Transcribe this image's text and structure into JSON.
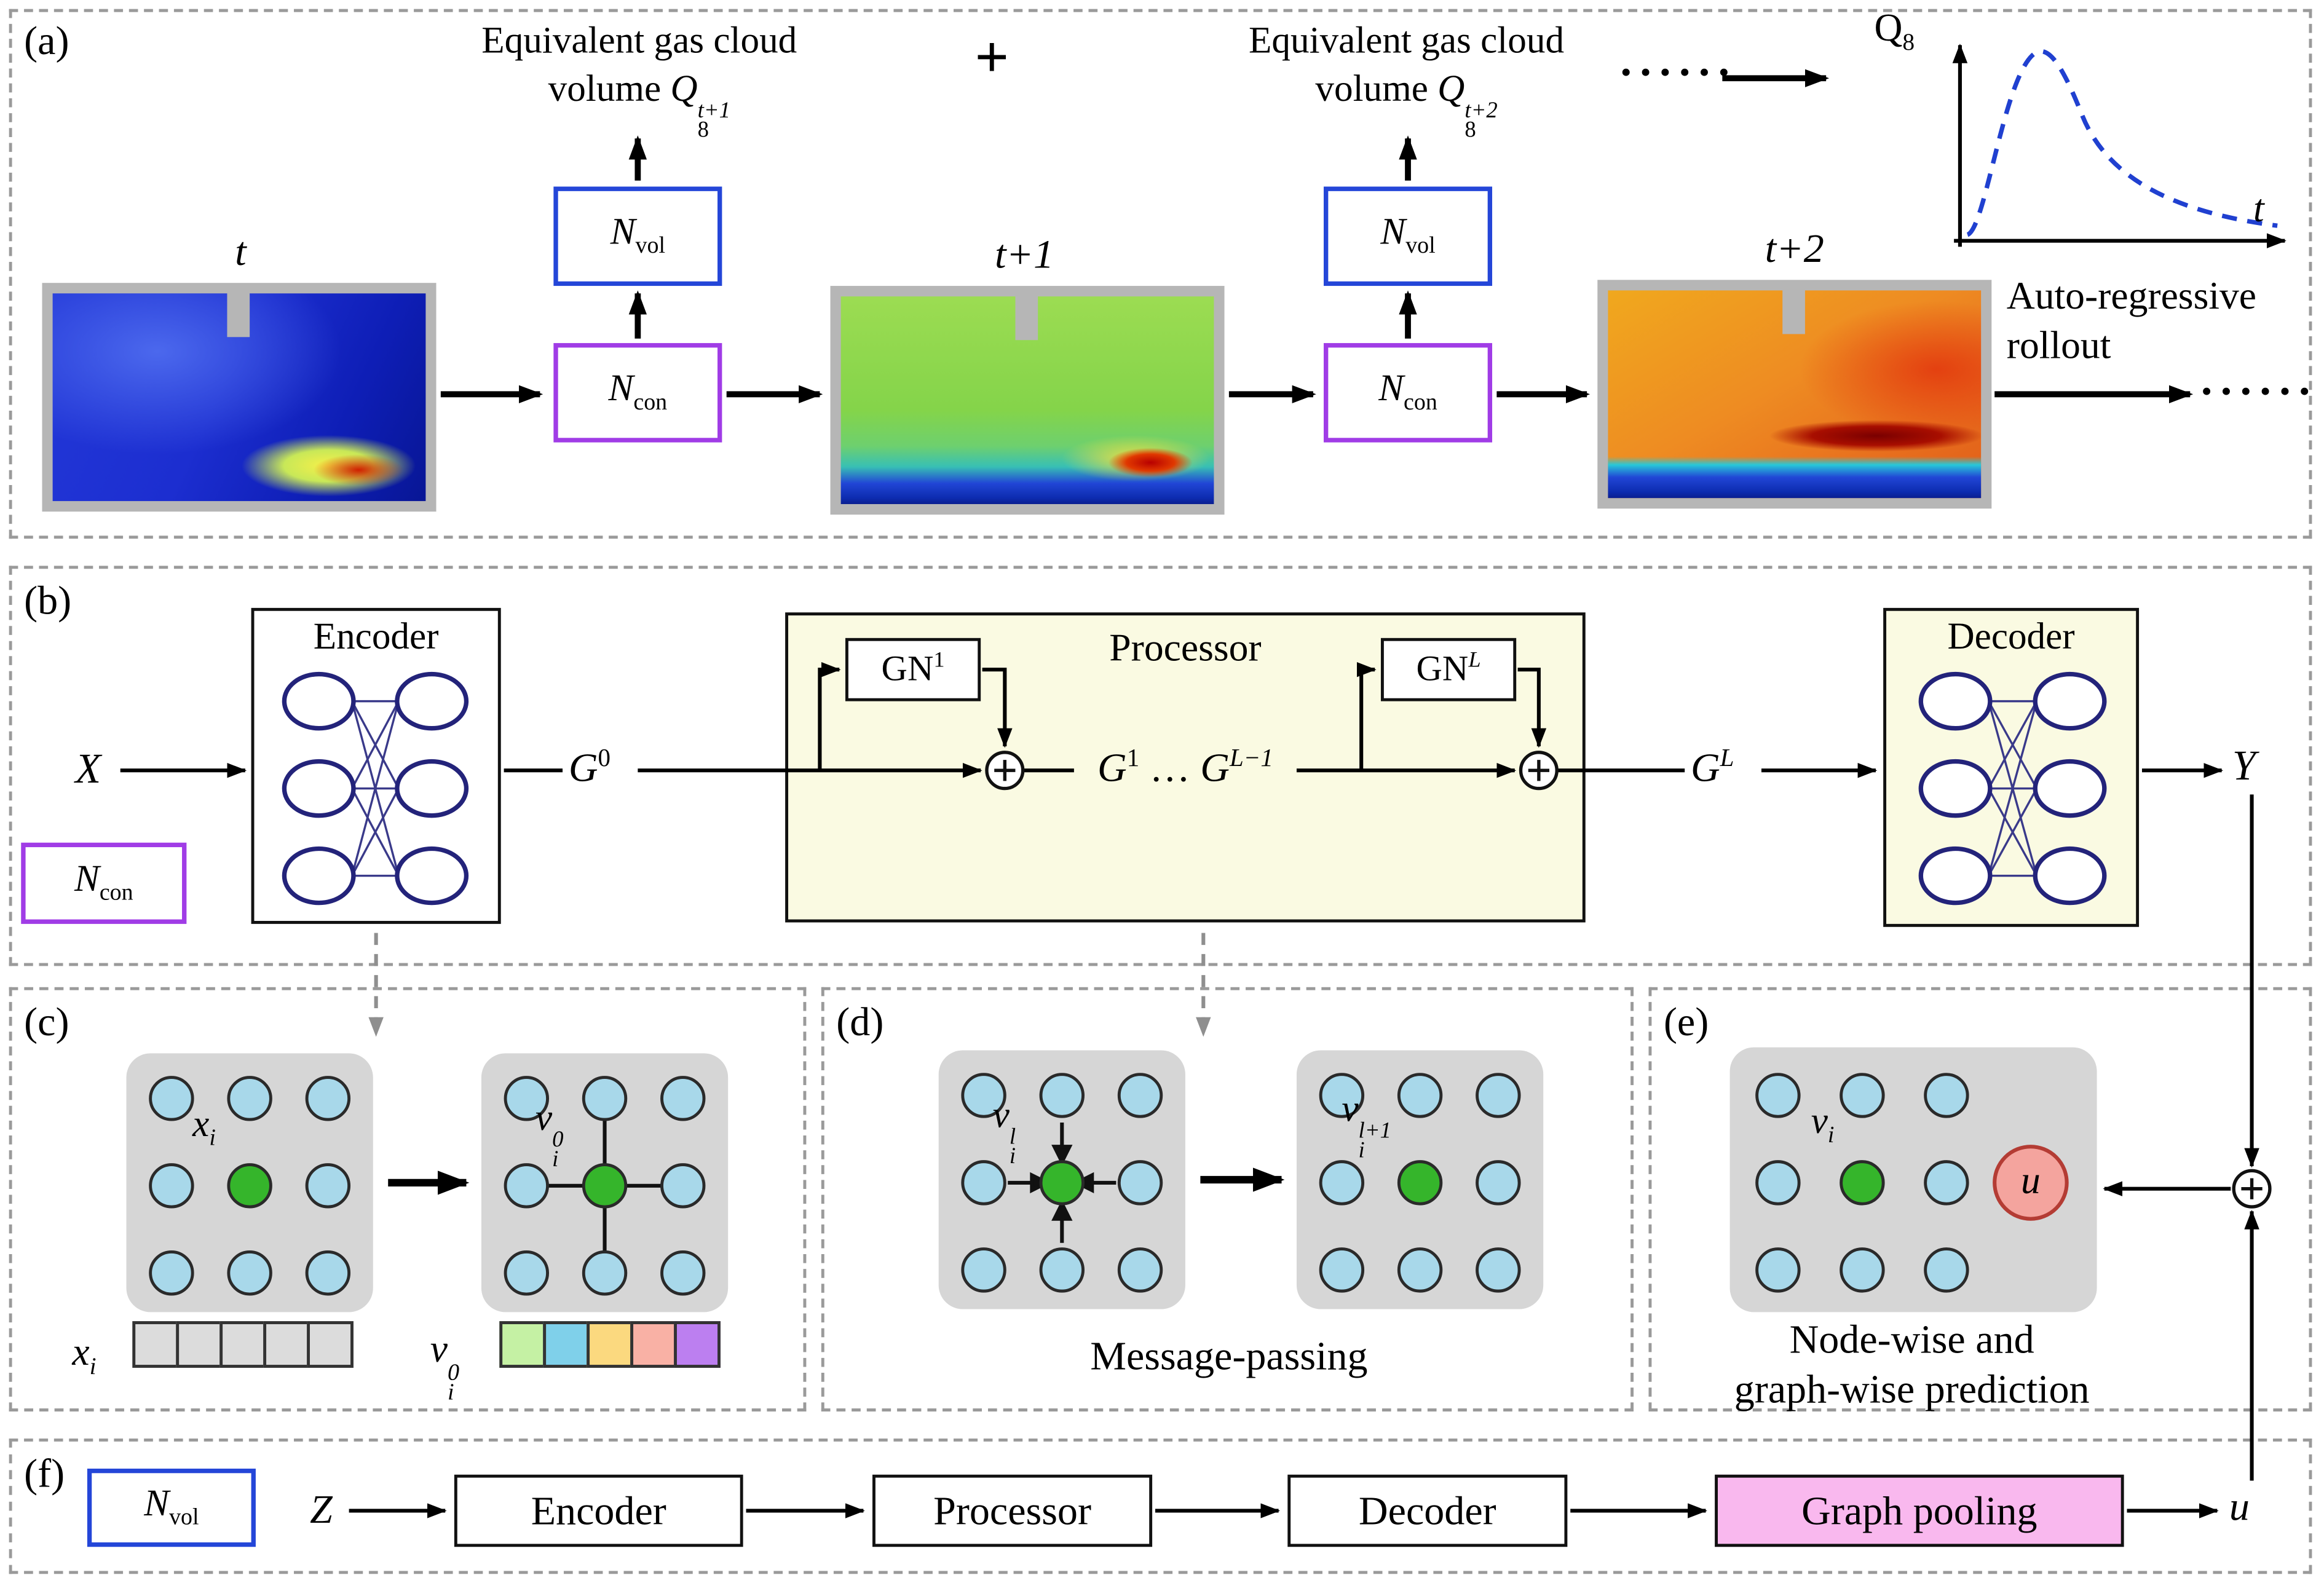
{
  "colors": {
    "panel_border": "#9A9A9A",
    "ncon_border": "#A03CE6",
    "nvol_border": "#2446D8",
    "soft_yellow": "#FAFAE2",
    "graph_pool_pink": "#F9B8EE",
    "node_blue": "#A8D8EA",
    "node_green": "#35B52B",
    "node_u_fill": "#F4A49E",
    "node_u_border": "#B43C34",
    "curve_blue": "#2040D0",
    "feature_colors": [
      "#C5F1A4",
      "#7FD0EA",
      "#FBD97F",
      "#F9B1A5",
      "#BC7FF0"
    ]
  },
  "icons": {
    "plus_circle": "⊕",
    "right_arrow": "→"
  },
  "panel_a": {
    "label": "(a)",
    "gas_text_1": {
      "line1": "Equivalent gas cloud",
      "line2_prefix": "volume ",
      "q": "Q",
      "q_sub": "8",
      "q_sup": "t+1"
    },
    "plus": "+",
    "gas_text_2": {
      "line1": "Equivalent gas cloud",
      "line2_prefix": "volume ",
      "q": "Q",
      "q_sub": "8",
      "q_sup": "t+2"
    },
    "dots_mid": "······",
    "snapshots": [
      {
        "time_label": "t"
      },
      {
        "time_label": "t+1"
      },
      {
        "time_label": "t+2"
      }
    ],
    "n_vol": {
      "base": "N",
      "sub": "vol"
    },
    "n_con": {
      "base": "N",
      "sub": "con"
    },
    "rollout_line1": "Auto-regressive",
    "rollout_line2": "rollout",
    "dots_end": "······",
    "plot": {
      "y_axis_base": "Q",
      "y_axis_sub": "8",
      "x_axis": "t"
    }
  },
  "panel_b": {
    "label": "(b)",
    "input": "X",
    "encoder_title": "Encoder",
    "g0": {
      "base": "G",
      "sup": "0"
    },
    "processor_title": "Processor",
    "gn1": {
      "base": "GN",
      "sup": "1"
    },
    "gnL": {
      "base": "GN",
      "sup": "L"
    },
    "g_mid": {
      "g1_base": "G",
      "g1_sup": "1",
      "dots": "…",
      "gl_base": "G",
      "gl_sup": "L−1"
    },
    "gL": {
      "base": "G",
      "sup": "L"
    },
    "decoder_title": "Decoder",
    "output": "Y",
    "n_con": {
      "base": "N",
      "sub": "con"
    }
  },
  "panel_c": {
    "label": "(c)",
    "x_i": {
      "base": "x",
      "sub": "i"
    },
    "v_i0": {
      "base": "v",
      "sub": "i",
      "sup": "0"
    },
    "x_vec_label": {
      "base": "x",
      "sub": "i"
    },
    "v_vec_label": {
      "base": "v",
      "sub": "i",
      "sup": "0"
    }
  },
  "panel_d": {
    "label": "(d)",
    "v_il": {
      "base": "v",
      "sub": "i",
      "sup": "l"
    },
    "v_il1": {
      "base": "v",
      "sub": "i",
      "sup": "l+1"
    },
    "caption": "Message-passing"
  },
  "panel_e": {
    "label": "(e)",
    "v_i": {
      "base": "v",
      "sub": "i"
    },
    "u": "u",
    "caption_line1": "Node-wise and",
    "caption_line2": "graph-wise prediction"
  },
  "panel_f": {
    "label": "(f)",
    "n_vol": {
      "base": "N",
      "sub": "vol"
    },
    "input": "Z",
    "encoder": "Encoder",
    "processor": "Processor",
    "decoder": "Decoder",
    "graph_pooling": "Graph pooling",
    "output": "u"
  }
}
